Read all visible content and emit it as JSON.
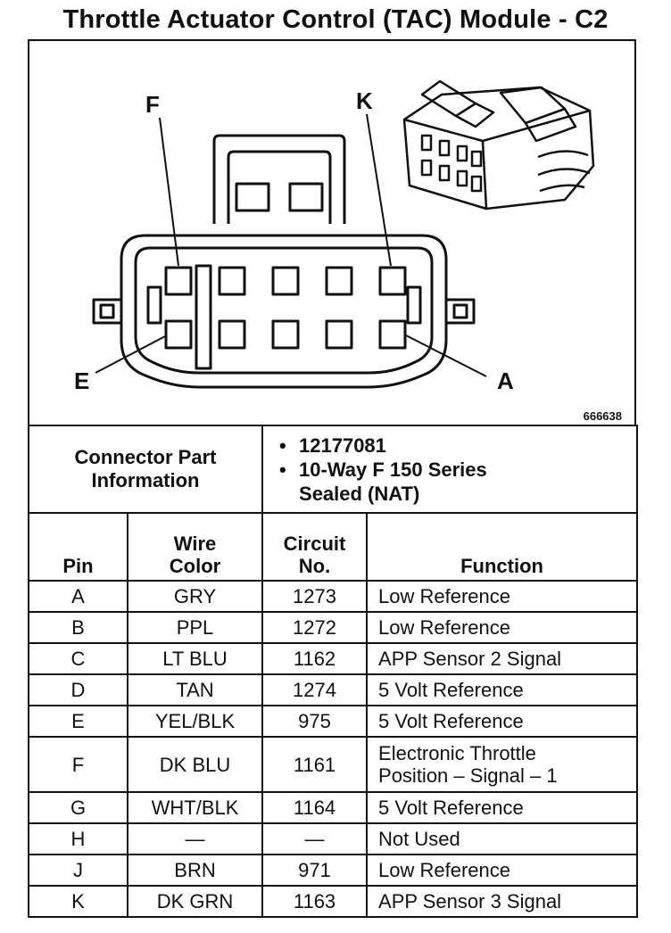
{
  "title": "Throttle Actuator Control (TAC) Module - C2",
  "figure": {
    "id": "666638",
    "labels": {
      "f": "F",
      "k": "K",
      "e": "E",
      "a": "A"
    }
  },
  "connector": {
    "label_line1": "Connector Part",
    "label_line2": "Information",
    "items": [
      "12177081",
      "10-Way F 150 Series",
      "Sealed (NAT)"
    ]
  },
  "table": {
    "headers": {
      "pin": "Pin",
      "wire_line1": "Wire",
      "wire_line2": "Color",
      "circuit_line1": "Circuit",
      "circuit_line2": "No.",
      "function": "Function"
    },
    "rows": [
      {
        "pin": "A",
        "color": "GRY",
        "circuit": "1273",
        "function": "Low Reference"
      },
      {
        "pin": "B",
        "color": "PPL",
        "circuit": "1272",
        "function": "Low Reference"
      },
      {
        "pin": "C",
        "color": "LT BLU",
        "circuit": "1162",
        "function": "APP Sensor 2 Signal"
      },
      {
        "pin": "D",
        "color": "TAN",
        "circuit": "1274",
        "function": "5 Volt Reference"
      },
      {
        "pin": "E",
        "color": "YEL/BLK",
        "circuit": "975",
        "function": "5 Volt Reference"
      },
      {
        "pin": "F",
        "color": "DK BLU",
        "circuit": "1161",
        "function": "Electronic Throttle",
        "function2": "Position – Signal – 1"
      },
      {
        "pin": "G",
        "color": "WHT/BLK",
        "circuit": "1164",
        "function": "5 Volt Reference"
      },
      {
        "pin": "H",
        "color": "—",
        "circuit": "—",
        "function": "Not Used"
      },
      {
        "pin": "J",
        "color": "BRN",
        "circuit": "971",
        "function": "Low Reference"
      },
      {
        "pin": "K",
        "color": "DK GRN",
        "circuit": "1163",
        "function": "APP Sensor 3 Signal"
      }
    ]
  }
}
